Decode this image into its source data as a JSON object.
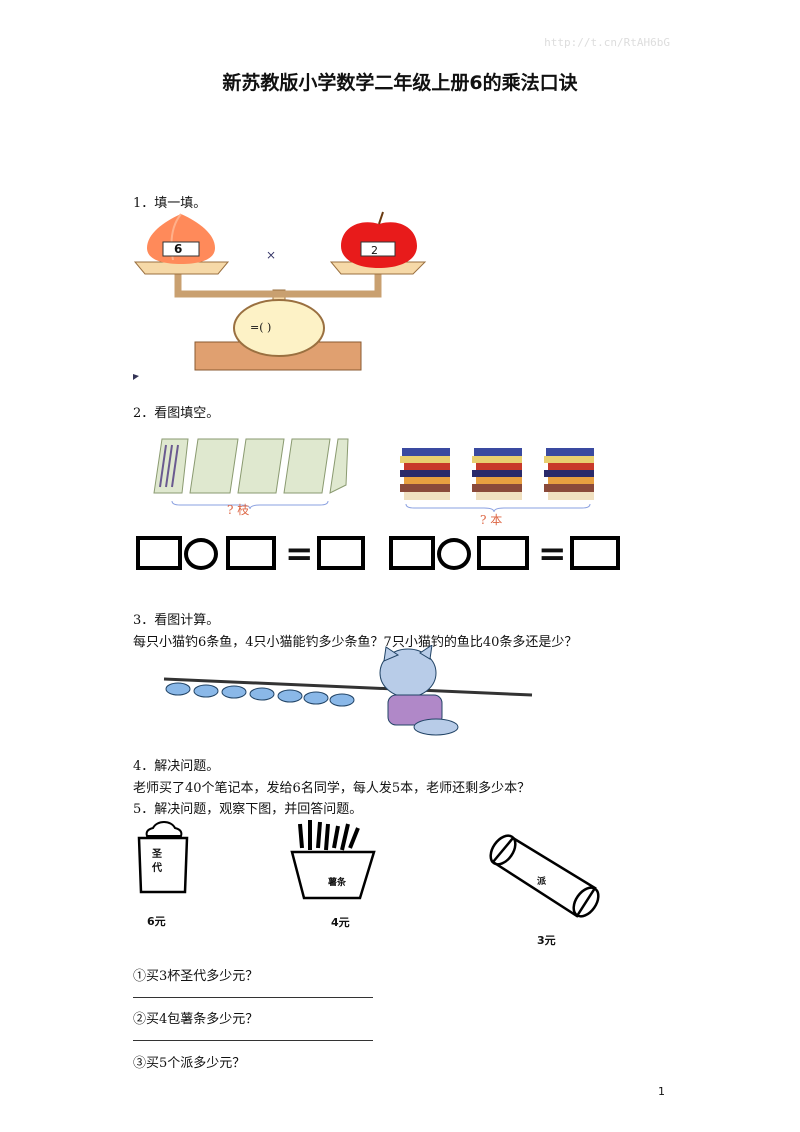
{
  "watermark": "http://t.cn/RtAH6bG",
  "title": "新苏教版小学数学二年级上册6的乘法口诀",
  "q1": {
    "heading": "1．填一填。",
    "left_num": "6",
    "right_num": "2",
    "op": "×",
    "result": "=(    )"
  },
  "q2": {
    "heading": "2．看图填空。",
    "left_caption": "? 枝",
    "right_caption": "? 本"
  },
  "q3": {
    "heading": "3．看图计算。",
    "text": "每只小猫钓6条鱼，4只小猫能钓多少条鱼？7只小猫钓的鱼比40条多还是少？"
  },
  "q4": {
    "heading": "4．解决问题。",
    "text": "老师买了40个笔记本，发给6名同学，每人发5本，老师还剩多少本？"
  },
  "q5": {
    "heading": "5．解决问题，观察下图，并回答问题。",
    "items": [
      {
        "label": "圣代",
        "price": "6元"
      },
      {
        "label": "薯条",
        "price": "4元"
      },
      {
        "label": "派",
        "price": "3元"
      }
    ],
    "sub": [
      "①买3杯圣代多少元？",
      "②买4包薯条多少元？",
      "③买5个派多少元？"
    ]
  },
  "page_number": "1"
}
